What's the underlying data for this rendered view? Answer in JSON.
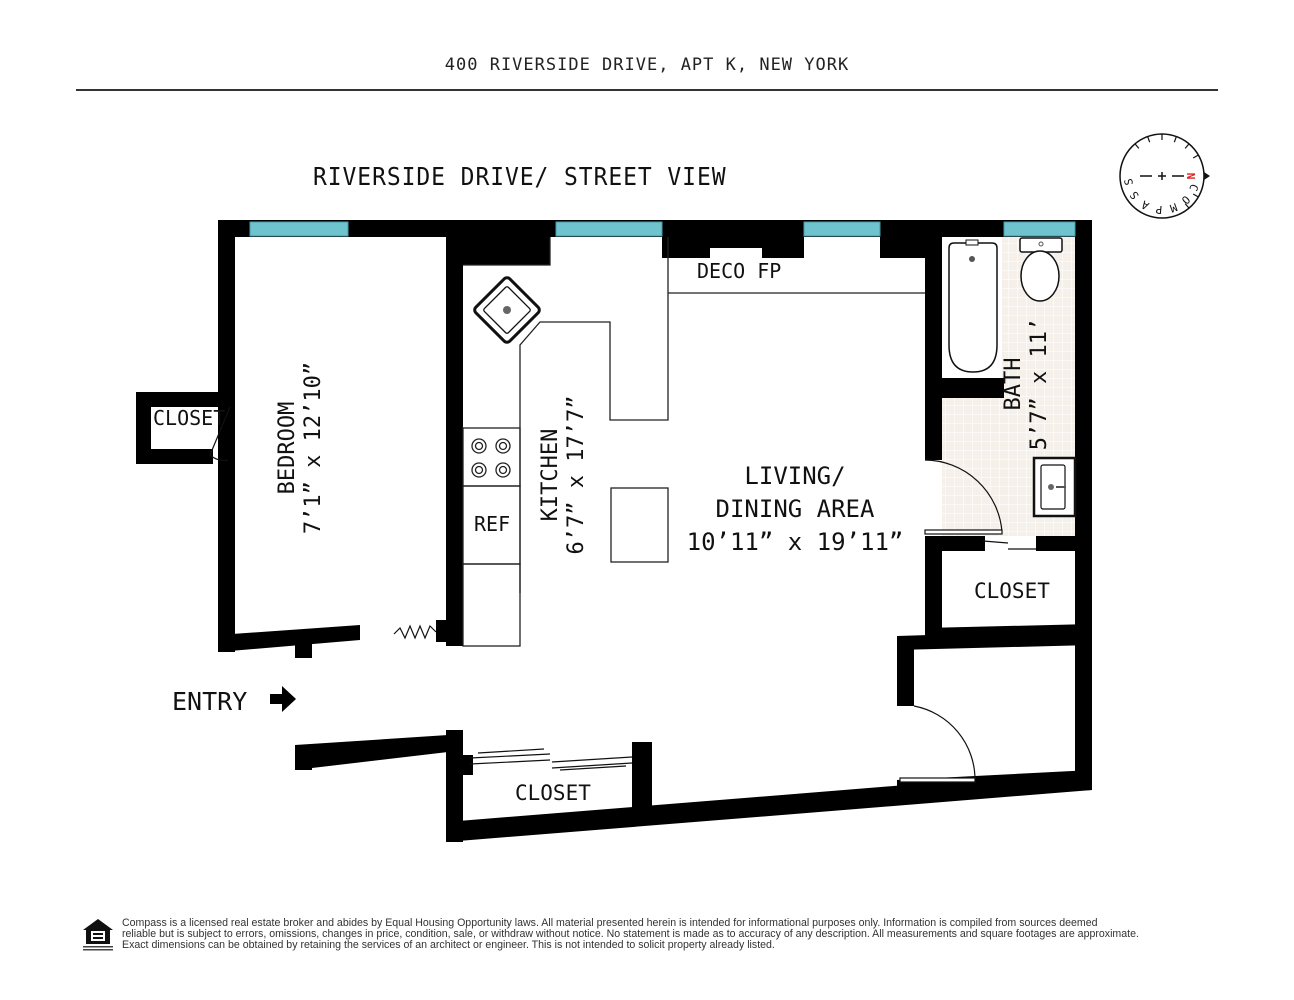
{
  "header": {
    "address": "400 RIVERSIDE DRIVE, APT K, NEW YORK"
  },
  "orientation": {
    "street_label": "RIVERSIDE DRIVE/ STREET VIEW",
    "compass": {
      "label": "COMPASS",
      "north": "N",
      "north_color": "#e02020"
    }
  },
  "rooms": {
    "bedroom": {
      "name": "BEDROOM",
      "dims": "7’1” x 12’10”"
    },
    "kitchen": {
      "name": "KITCHEN",
      "dims": "6’7” x 17’7”"
    },
    "living": {
      "name_line1": "LIVING/",
      "name_line2": "DINING AREA",
      "dims": "10’11” x 19’11”"
    },
    "bath": {
      "name": "BATH",
      "dims": "5’7” x 11’"
    },
    "bedroom_closet": {
      "name": "CLOSET"
    },
    "hall_closet": {
      "name": "CLOSET"
    },
    "entry_closet": {
      "name": "CLOSET"
    }
  },
  "fixtures": {
    "fireplace": "DECO FP",
    "refrigerator": "REF"
  },
  "entry": {
    "label": "ENTRY"
  },
  "colors": {
    "wall": "#000000",
    "window": "#6ec3cf",
    "bath_tile": "#f5f0ea"
  },
  "footer": {
    "disclaimer_line1": "Compass is a licensed real estate broker and abides by Equal Housing Opportunity laws. All material presented herein is intended for informational purposes only. Information is compiled from sources deemed",
    "disclaimer_line2": "reliable but is subject to errors, omissions, changes in price, condition, sale, or withdraw without notice. No statement is made as to accuracy of any description. All measurements and square footages are approximate.",
    "disclaimer_line3": "Exact dimensions can be obtained by retaining the services of an architect or engineer. This is not intended to solicit property already listed.",
    "eho_logo_text": "EQUAL HOUSING OPPORTUNITY"
  }
}
